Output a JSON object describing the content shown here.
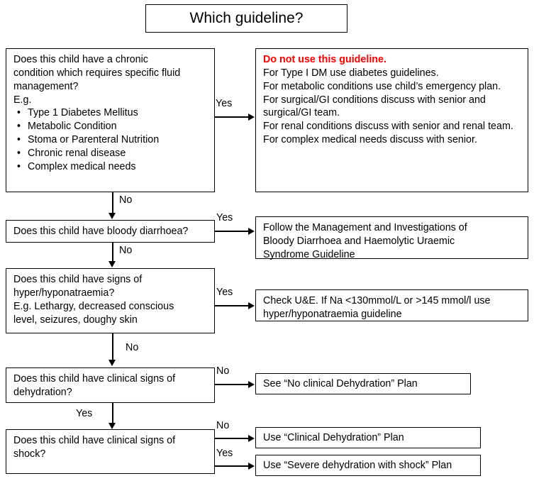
{
  "title": {
    "text": "Which guideline?"
  },
  "nodes": {
    "chronic_condition": {
      "question_l1": "Does this child have a chronic",
      "question_l2": "condition which requires specific fluid",
      "question_l3": "management?",
      "eg": "E.g.",
      "bullets": [
        "Type 1 Diabetes Mellitus",
        "Metabolic Condition",
        "Stoma or Parenteral Nutrition",
        "Chronic renal disease",
        "Complex medical needs"
      ]
    },
    "do_not_use": {
      "heading": "Do not use this guideline.",
      "lines": [
        "For Type I DM use diabetes guidelines.",
        "For metabolic conditions use child’s emergency plan.",
        "For surgical/GI conditions discuss with senior and surgical/GI team.",
        "For renal conditions discuss with senior and renal team.",
        "For complex medical needs discuss with senior."
      ]
    },
    "bloody_diarrhoea": {
      "question": "Does this child have bloody diarrhoea?"
    },
    "bloody_diarrhoea_outcome": {
      "lines": [
        "Follow the Management and Investigations of",
        "Bloody Diarrhoea and Haemolytic Uraemic",
        "Syndrome Guideline"
      ]
    },
    "natraemia": {
      "question_l1": "Does this child have signs of",
      "question_l2": "hyper/hyponatraemia?",
      "question_l3": "E.g. Lethargy, decreased conscious",
      "question_l4": "level, seizures, doughy skin"
    },
    "natraemia_outcome": {
      "lines": [
        "Check U&E. If Na <130mmol/L or >145 mmol/l use",
        "hyper/hyponatraemia guideline"
      ]
    },
    "dehydration": {
      "question_l1": "Does this child have clinical signs of",
      "question_l2": "dehydration?"
    },
    "no_dehydration_outcome": {
      "text": "See “No clinical Dehydration” Plan"
    },
    "shock": {
      "question_l1": "Does this child have clinical signs of",
      "question_l2": "shock?"
    },
    "clinical_dehydration_outcome": {
      "text": "Use “Clinical Dehydration” Plan"
    },
    "severe_shock_outcome": {
      "text": "Use “Severe dehydration with shock” Plan"
    }
  },
  "edges": {
    "chronic_yes": "Yes",
    "chronic_no": "No",
    "diarrhoea_yes": "Yes",
    "diarrhoea_no": "No",
    "natraemia_yes": "Yes",
    "natraemia_no": "No",
    "dehydration_no": "No",
    "dehydration_yes": "Yes",
    "shock_no": "No",
    "shock_yes": "Yes"
  },
  "colors": {
    "warning": "#FF0000",
    "stroke": "#000000",
    "background": "#FFFFFF"
  }
}
